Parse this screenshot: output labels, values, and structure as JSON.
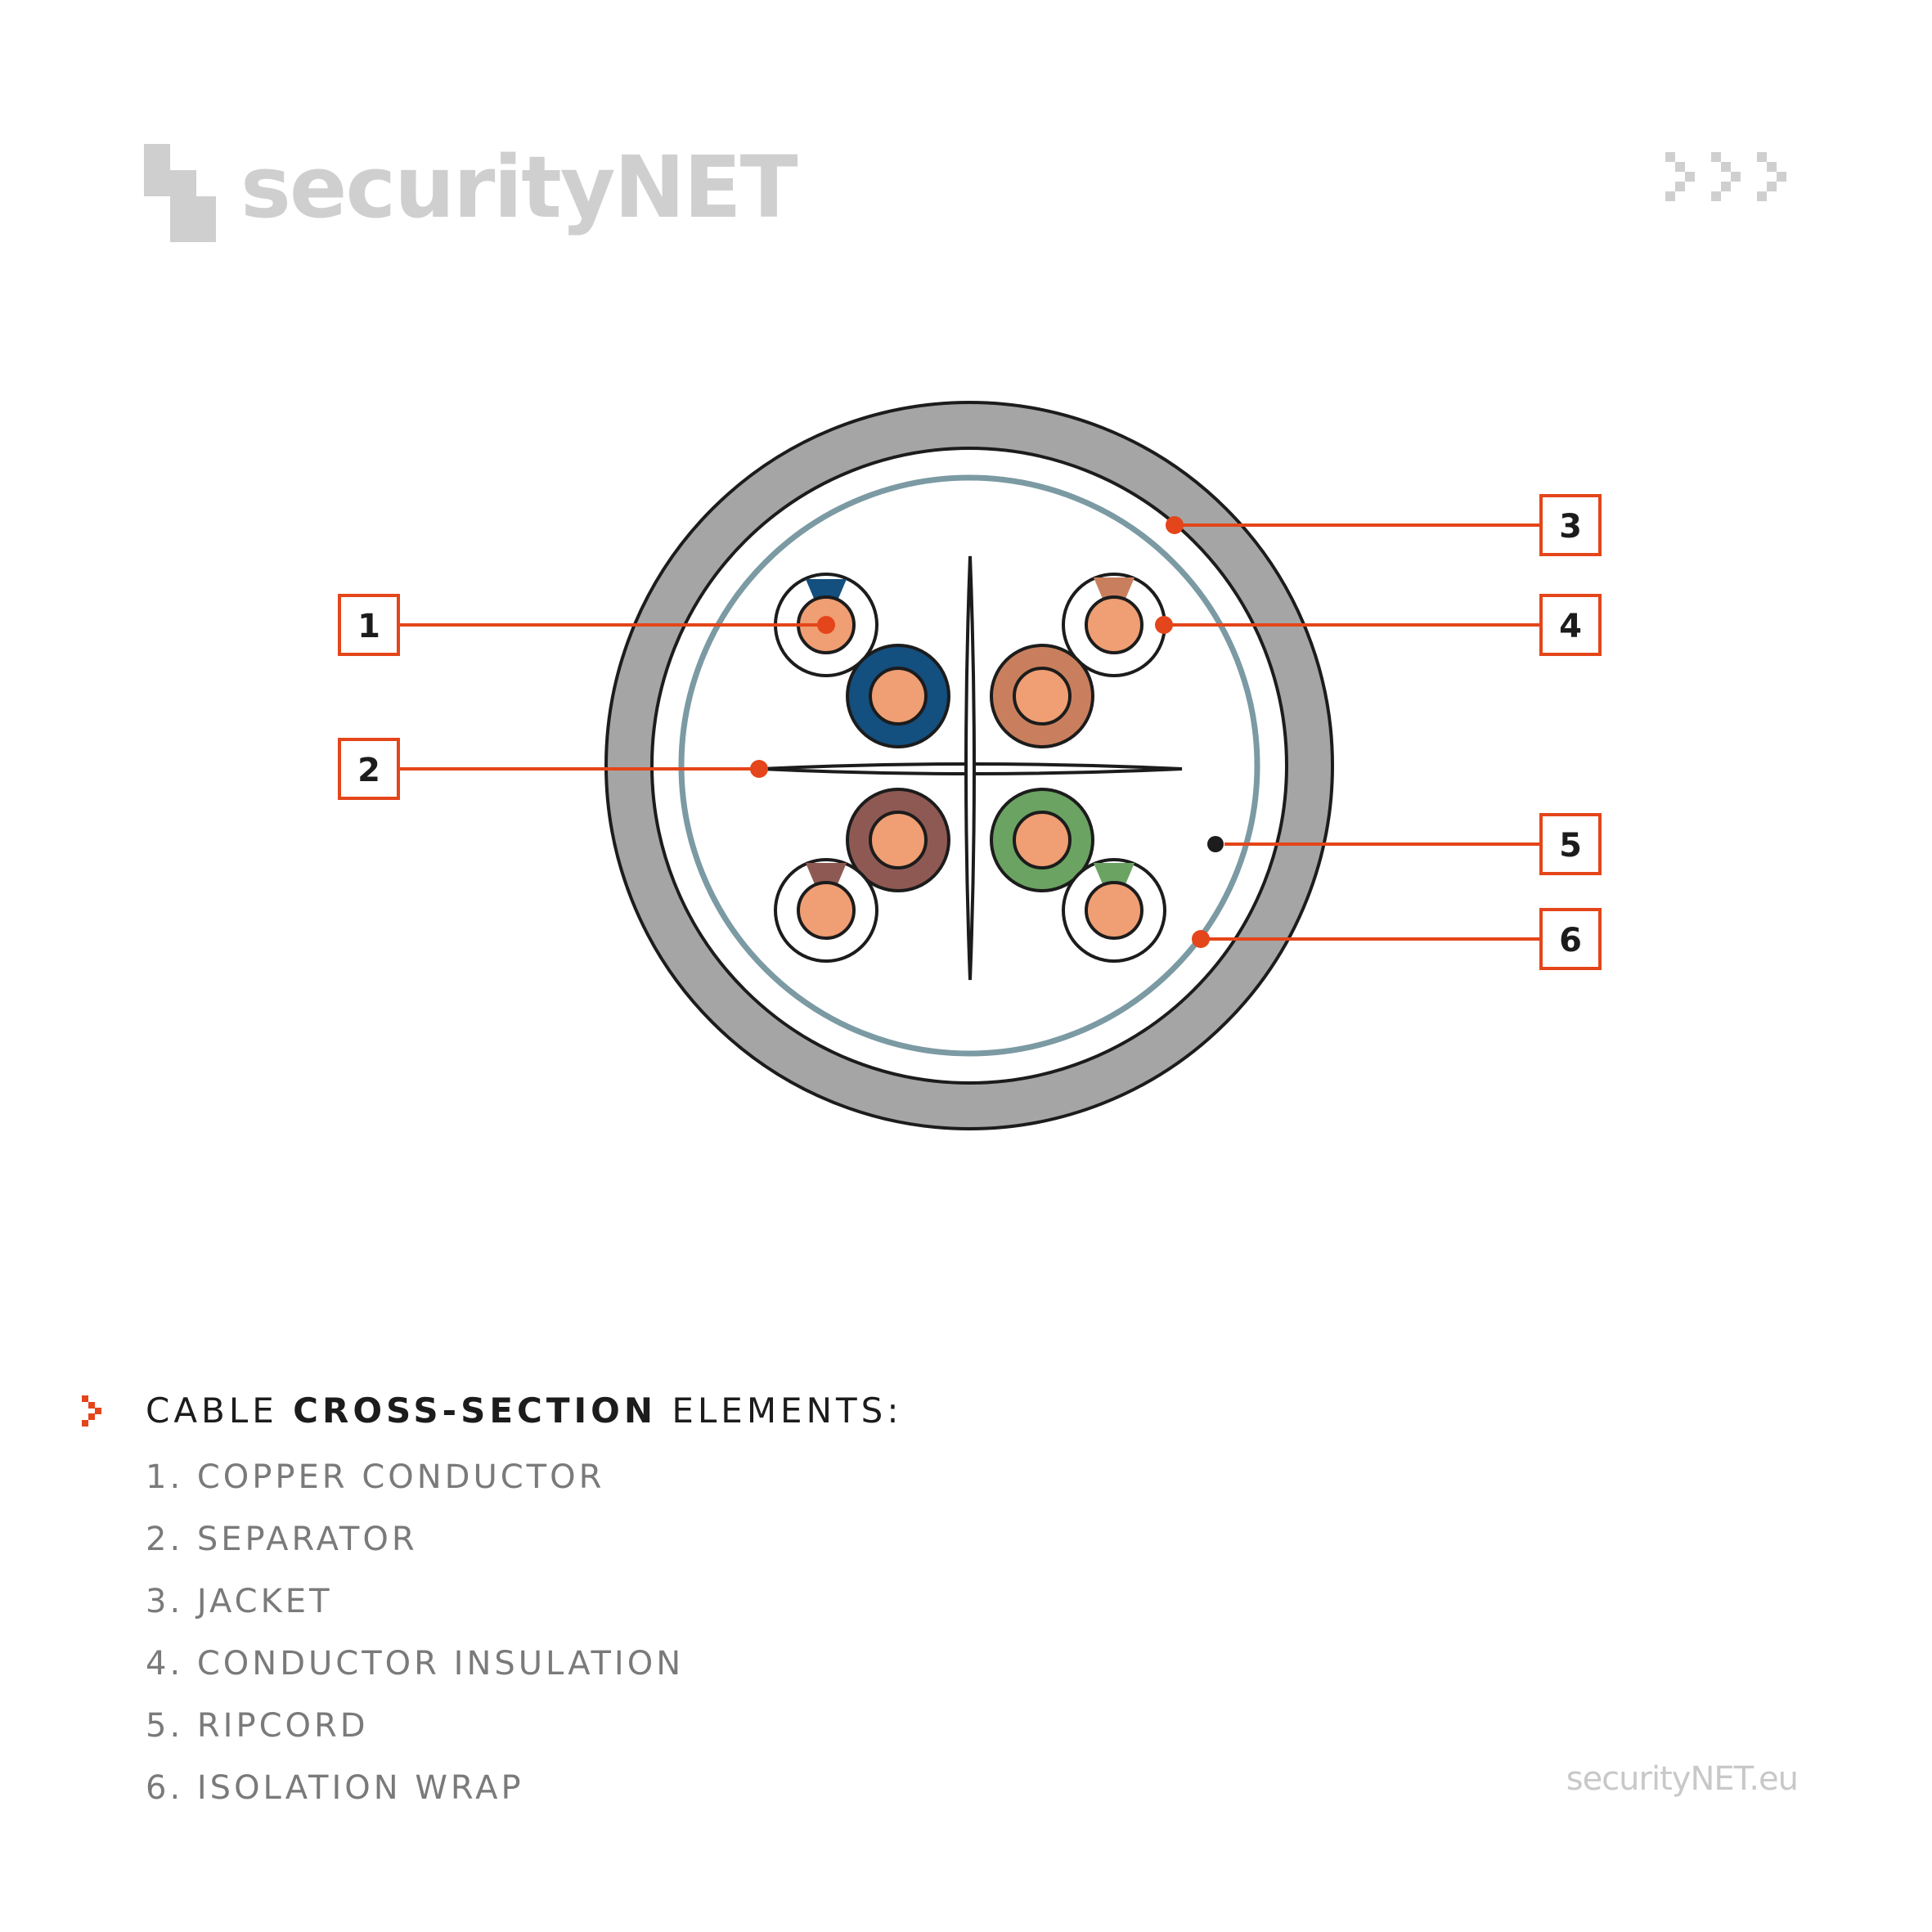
{
  "brand": {
    "logo_text": "securityNET",
    "url": "securityNET.eu",
    "accent_color": "#e4451a",
    "logo_color": "#cfcfcf"
  },
  "diagram": {
    "callouts": [
      "1",
      "2",
      "3",
      "4",
      "5",
      "6"
    ],
    "colors": {
      "jacket": "#a5a5a5",
      "isolation_wrap": "#7b9aa3",
      "copper": "#f09e73",
      "blue": "#134f7f",
      "orange": "#c97f5e",
      "brown": "#8f5953",
      "green": "#6ba362",
      "outline": "#1c1c1c"
    }
  },
  "legend": {
    "heading_pre": "CABLE",
    "heading_bold": "CROSS-SECTION",
    "heading_post": "ELEMENTS:",
    "items": [
      "1. COPPER CONDUCTOR",
      "2. SEPARATOR",
      "3. JACKET",
      "4. CONDUCTOR INSULATION",
      "5. RIPCORD",
      "6. ISOLATION WRAP"
    ]
  }
}
